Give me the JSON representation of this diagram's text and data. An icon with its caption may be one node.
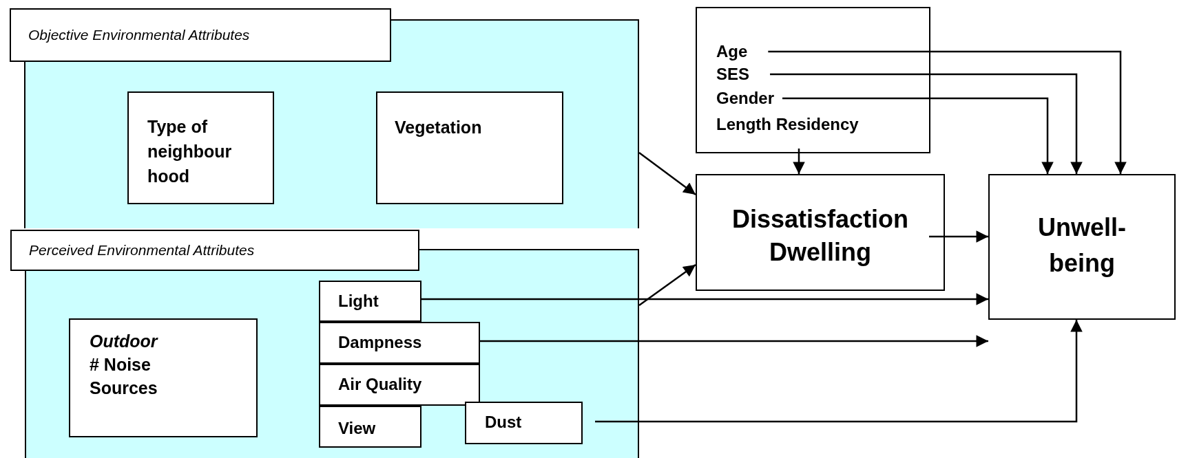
{
  "diagram": {
    "nodes": [
      {
        "text": [
          "Objective Environmental Attributes"
        ]
      },
      {
        "text": [
          "Type of neighbour hood"
        ],
        "in": 0
      },
      {
        "text": [
          "Vegetation"
        ],
        "in": 0
      },
      {
        "text": [
          "Perceived Environmental Attributes"
        ]
      },
      {
        "text": [
          "Outdoor",
          "# Noise Sources"
        ],
        "in": 3
      },
      {
        "text": [
          "Light"
        ],
        "in": 3
      },
      {
        "text": [
          "Dampness"
        ],
        "in": 3
      },
      {
        "text": [
          "Air Quality"
        ],
        "in": 3
      },
      {
        "text": [
          "View"
        ],
        "in": 3
      },
      {
        "text": [
          "Dust"
        ],
        "in": 3
      },
      {
        "text": [],
        "shape": "box"
      },
      {
        "text": [
          "Age"
        ],
        "in": 10
      },
      {
        "text": [
          "SES"
        ],
        "in": 10
      },
      {
        "text": [
          "Gender"
        ],
        "in": 10
      },
      {
        "text": [
          "Length Residency"
        ],
        "in": 10
      },
      {
        "text": [
          "Dissatisfaction Dwelling"
        ]
      },
      {
        "text": [
          "Unwell-being"
        ]
      }
    ],
    "edges": [
      {
        "from": 0,
        "to": 15,
        "arrow": "to"
      },
      {
        "from": 3,
        "to": 15,
        "arrow": "to"
      },
      {
        "from": 14,
        "to": 15,
        "arrow": "to"
      },
      {
        "from": 11,
        "to": 16,
        "arrow": "to"
      },
      {
        "from": 12,
        "to": 16,
        "arrow": "to"
      },
      {
        "from": 13,
        "to": 16,
        "arrow": "to"
      },
      {
        "from": 15,
        "to": 16,
        "arrow": "to"
      },
      {
        "from": 5,
        "to": 16,
        "arrow": "to"
      },
      {
        "from": 6,
        "to": 16,
        "arrow": "to"
      },
      {
        "from": 9,
        "to": 16,
        "arrow": "to"
      }
    ]
  }
}
